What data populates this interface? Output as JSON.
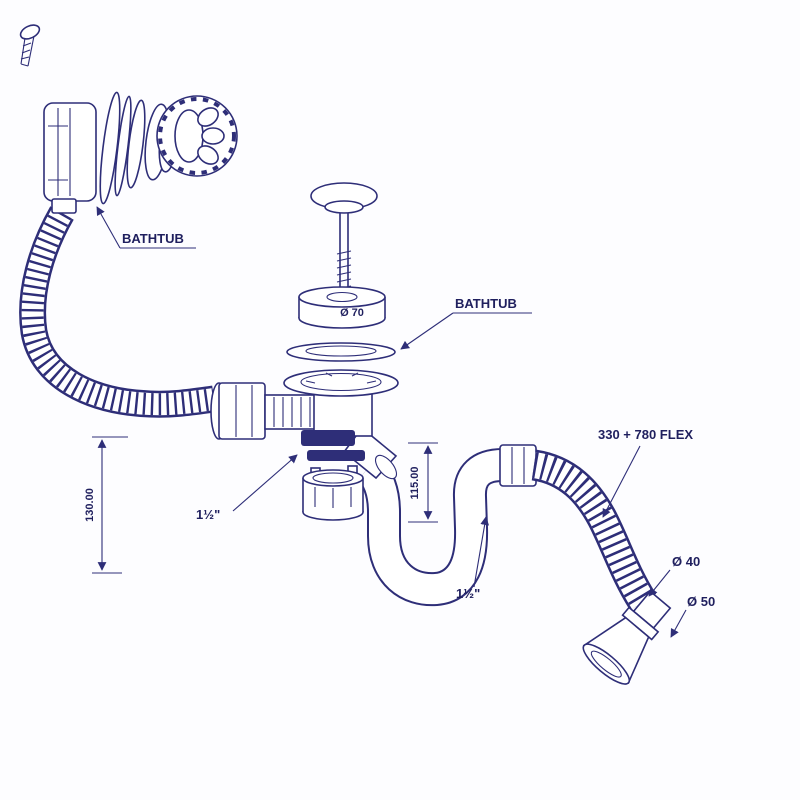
{
  "diagram": {
    "colors": {
      "ink": "#2e2e78",
      "background": "#fdfdff"
    },
    "labels": {
      "bathtub_overflow": "BATHTUB",
      "bathtub_drain": "BATHTUB",
      "drain_diameter": "Ø 70",
      "flex_length": "330 + 780 FLEX",
      "hose_diameter_small": "Ø 40",
      "hose_diameter_large": "Ø 50",
      "dim_height_left": "130.00",
      "dim_height_middle": "115.00",
      "thread_size_left": "1½\"",
      "thread_size_right": "1½\""
    }
  }
}
